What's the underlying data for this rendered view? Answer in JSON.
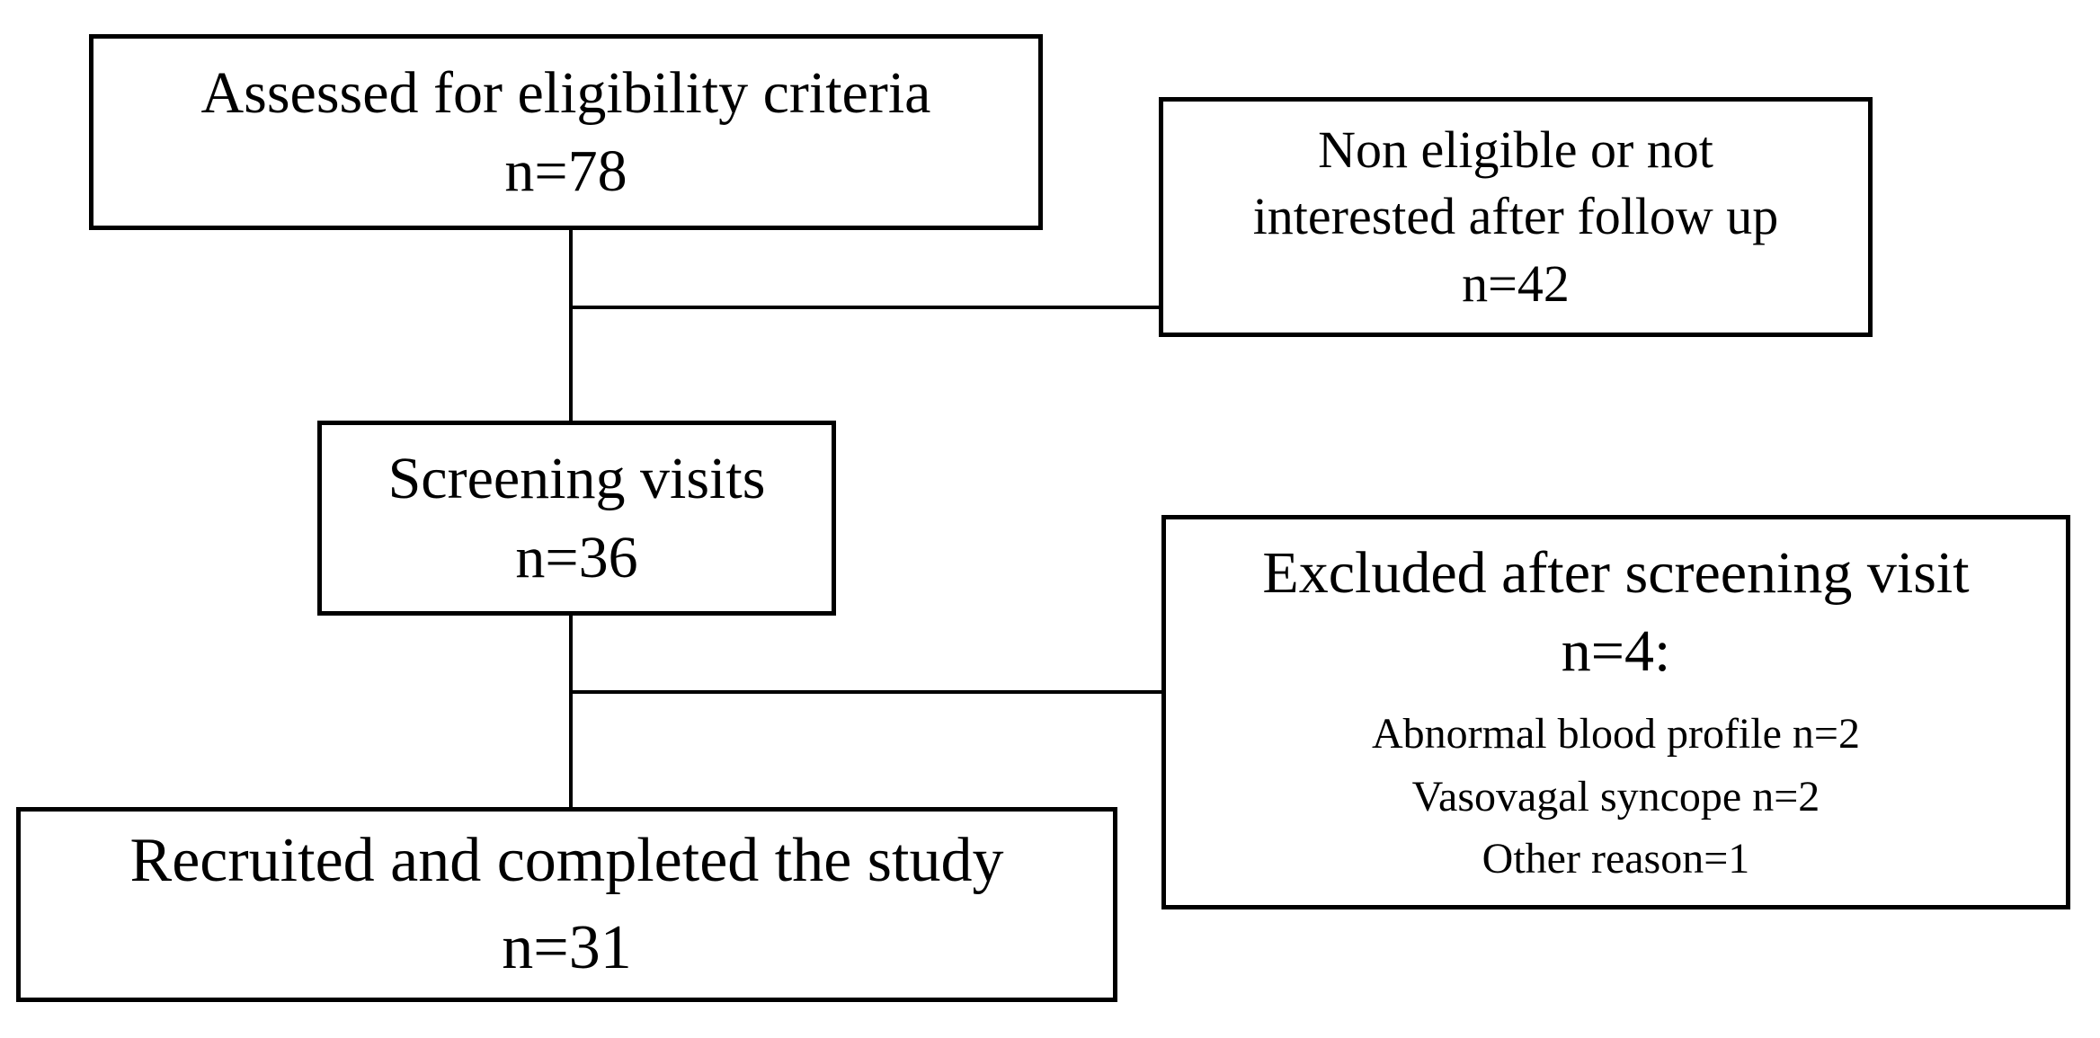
{
  "diagram": {
    "type": "study-flow-diagram",
    "colors": {
      "background": "#ffffff",
      "border": "#000000",
      "text": "#000000"
    },
    "boxes": {
      "assessed": {
        "label": "Assessed for eligibility criteria",
        "count": "n=78"
      },
      "non_eligible": {
        "line1": "Non eligible or not",
        "line2": "interested after follow up",
        "count": "n=42"
      },
      "screening": {
        "label": "Screening visits",
        "count": "n=36"
      },
      "excluded": {
        "title": "Excluded after screening visit",
        "count": "n=4:",
        "reasons": [
          "Abnormal blood profile n=2",
          "Vasovagal syncope n=2",
          "Other reason=1"
        ]
      },
      "recruited": {
        "label": "Recruited and completed the study",
        "count": "n=31"
      }
    }
  }
}
